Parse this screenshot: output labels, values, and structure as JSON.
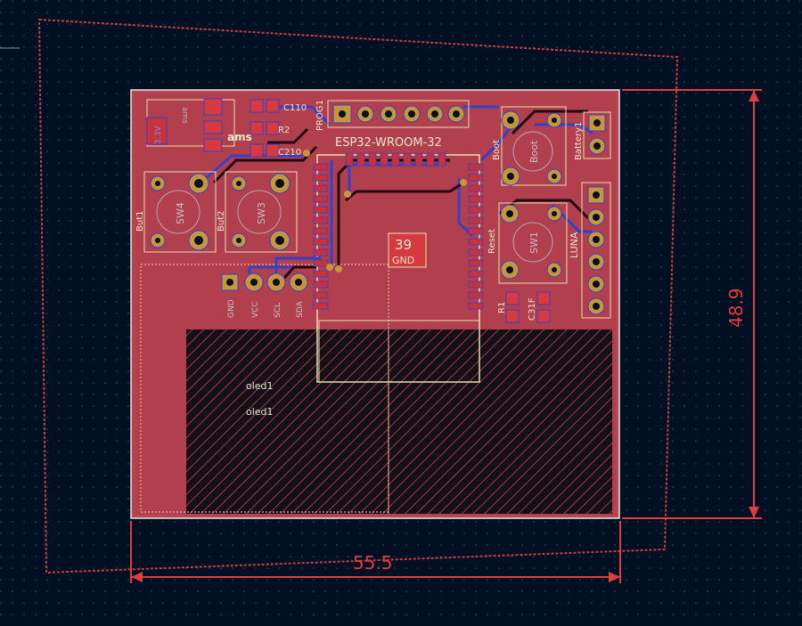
{
  "dimensions": {
    "width_label": "55.5",
    "height_label": "48.9"
  },
  "components": {
    "prog_header": "PROG1",
    "esp32": "ESP32-WROOM-32",
    "boot_button": "Boot",
    "battery": "Battery1",
    "reset_label": "Reset",
    "sw1": "SW1",
    "luna": "LUNA",
    "but1": "But1",
    "sw4": "SW4",
    "but2": "But2",
    "sw3": "SW3",
    "c110": "C110",
    "c210": "C210",
    "r2": "R2",
    "r1": "R1",
    "c31f": "C31F",
    "ams_top": "ams",
    "ams_bottom": "ams",
    "regulator_label": "3.3V",
    "gnd_pad_num": "39",
    "gnd_pad_label": "GND",
    "oled_ref": "oled1",
    "oled_value": "oled1"
  },
  "oled_pins": [
    "GND",
    "VCC",
    "SCL",
    "SDA"
  ],
  "colors": {
    "background": "#001023",
    "board_fill": "#b84552",
    "copper_red": "#c8323c",
    "copper_blue": "#3540c8",
    "silkscreen": "#e8e8d0",
    "dimension": "#e23c3c",
    "pad_gold": "#c89632"
  }
}
